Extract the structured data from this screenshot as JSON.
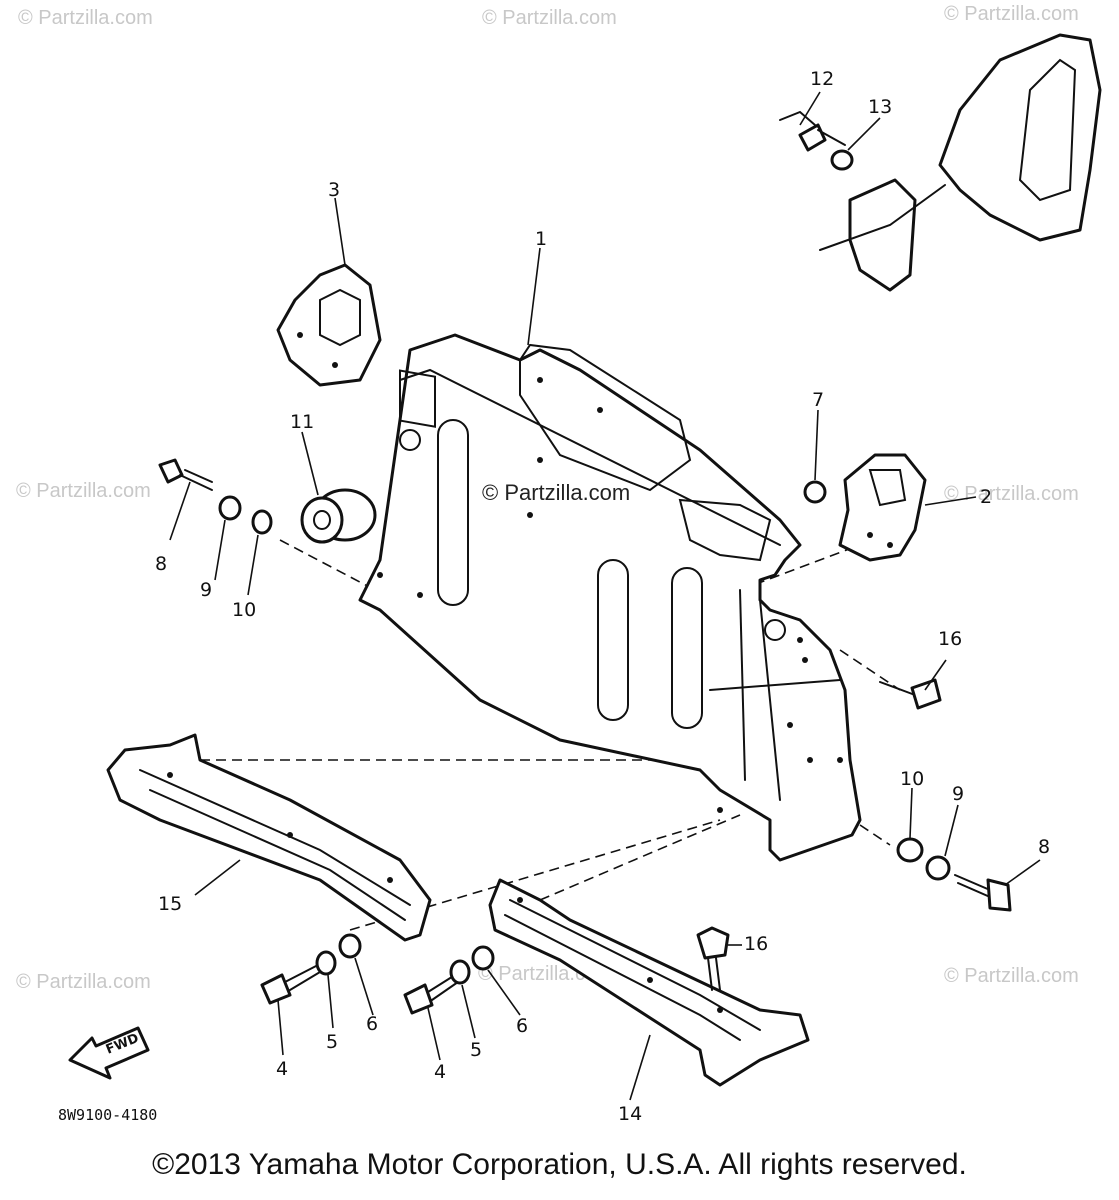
{
  "watermark": "© Partzilla.com",
  "diagram_code": "8W9100-4180",
  "fwd_label": "FWD",
  "copyright": "©2013 Yamaha Motor Corporation, U.S.A. All rights reserved.",
  "callouts": {
    "c1": "1",
    "c2": "2",
    "c3": "3",
    "c4a": "4",
    "c4b": "4",
    "c5a": "5",
    "c5b": "5",
    "c6a": "6",
    "c6b": "6",
    "c7": "7",
    "c8a": "8",
    "c8b": "8",
    "c9a": "9",
    "c9b": "9",
    "c10a": "10",
    "c10b": "10",
    "c11": "11",
    "c12": "12",
    "c13": "13",
    "c14": "14",
    "c15": "15",
    "c16a": "16",
    "c16b": "16"
  }
}
